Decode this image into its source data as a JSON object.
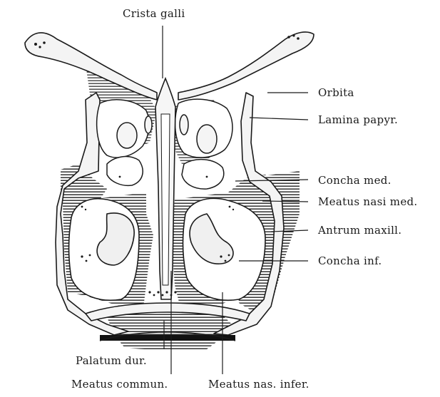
{
  "figure": {
    "labels": {
      "crista_galli": "Crista galli",
      "orbita": "Orbita",
      "lamina_papyr": "Lamina papyr.",
      "concha_med": "Concha med.",
      "meatus_nasi_med": "Meatus nasi med.",
      "antrum_maxill": "Antrum maxill.",
      "concha_inf": "Concha inf.",
      "palatum_dur": "Palatum dur.",
      "meatus_commun": "Meatus commun.",
      "meatus_nas_infer": "Meatus nas. infer."
    }
  }
}
